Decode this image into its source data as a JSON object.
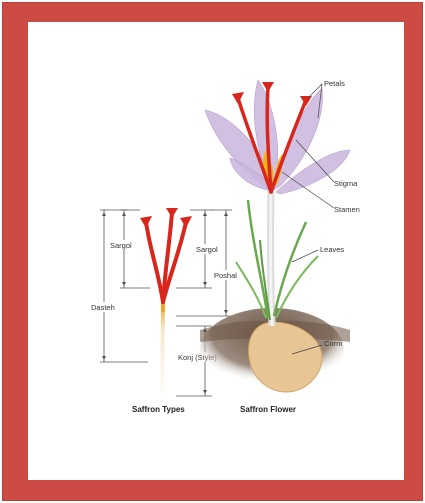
{
  "colors": {
    "frame": "#cc4b44",
    "panel": "#ffffff",
    "petal": "#c9b5dd",
    "stigma": "#d8261c",
    "stamen": "#f0b21a",
    "leaf": "#6aa84f",
    "stem": "#e3e3e3",
    "corm": "#e8c594",
    "soil": "#5b4636"
  },
  "labels": {
    "petals": "Petals",
    "stigma": "Stigma",
    "stamen": "Stamen",
    "leaves": "Leaves",
    "corm": "Corm",
    "sargol_1": "Sargol",
    "sargol_2": "Sargol",
    "poshal": "Poshal",
    "dasteh": "Dasteh",
    "konj": "Konj (Style)"
  },
  "captions": {
    "types": "Saffron Types",
    "flower": "Saffron Flower"
  }
}
